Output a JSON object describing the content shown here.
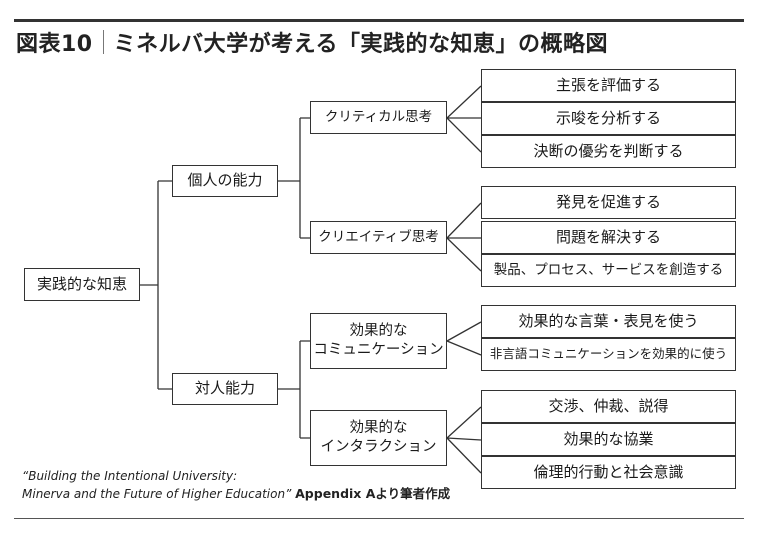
{
  "title": {
    "label": "図表10",
    "text": "ミネルバ大学が考える「実践的な知恵」の概略図"
  },
  "root": "実践的な知恵",
  "level1": [
    {
      "label": "個人の能力"
    },
    {
      "label": "対人能力"
    }
  ],
  "level2": [
    {
      "line1": "クリティカル思考",
      "line2": ""
    },
    {
      "line1": "クリエイティブ思考",
      "line2": ""
    },
    {
      "line1": "効果的な",
      "line2": "コミュニケーション"
    },
    {
      "line1": "効果的な",
      "line2": "インタラクション"
    }
  ],
  "level3": [
    "主張を評価する",
    "示唆を分析する",
    "決断の優劣を判断する",
    "発見を促進する",
    "問題を解決する",
    "製品、プロセス、サービスを創造する",
    "効果的な言葉・表見を使う",
    "非言語コミュニケーションを効果的に使う",
    "交渉、仲裁、説得",
    "効果的な協業",
    "倫理的行動と社会意識"
  ],
  "source": {
    "line1": "“Building the Intentional University:",
    "line2_italic": "Minerva and the Future of Higher Education”",
    "line2_rest": "Appendix Aより筆者作成"
  }
}
